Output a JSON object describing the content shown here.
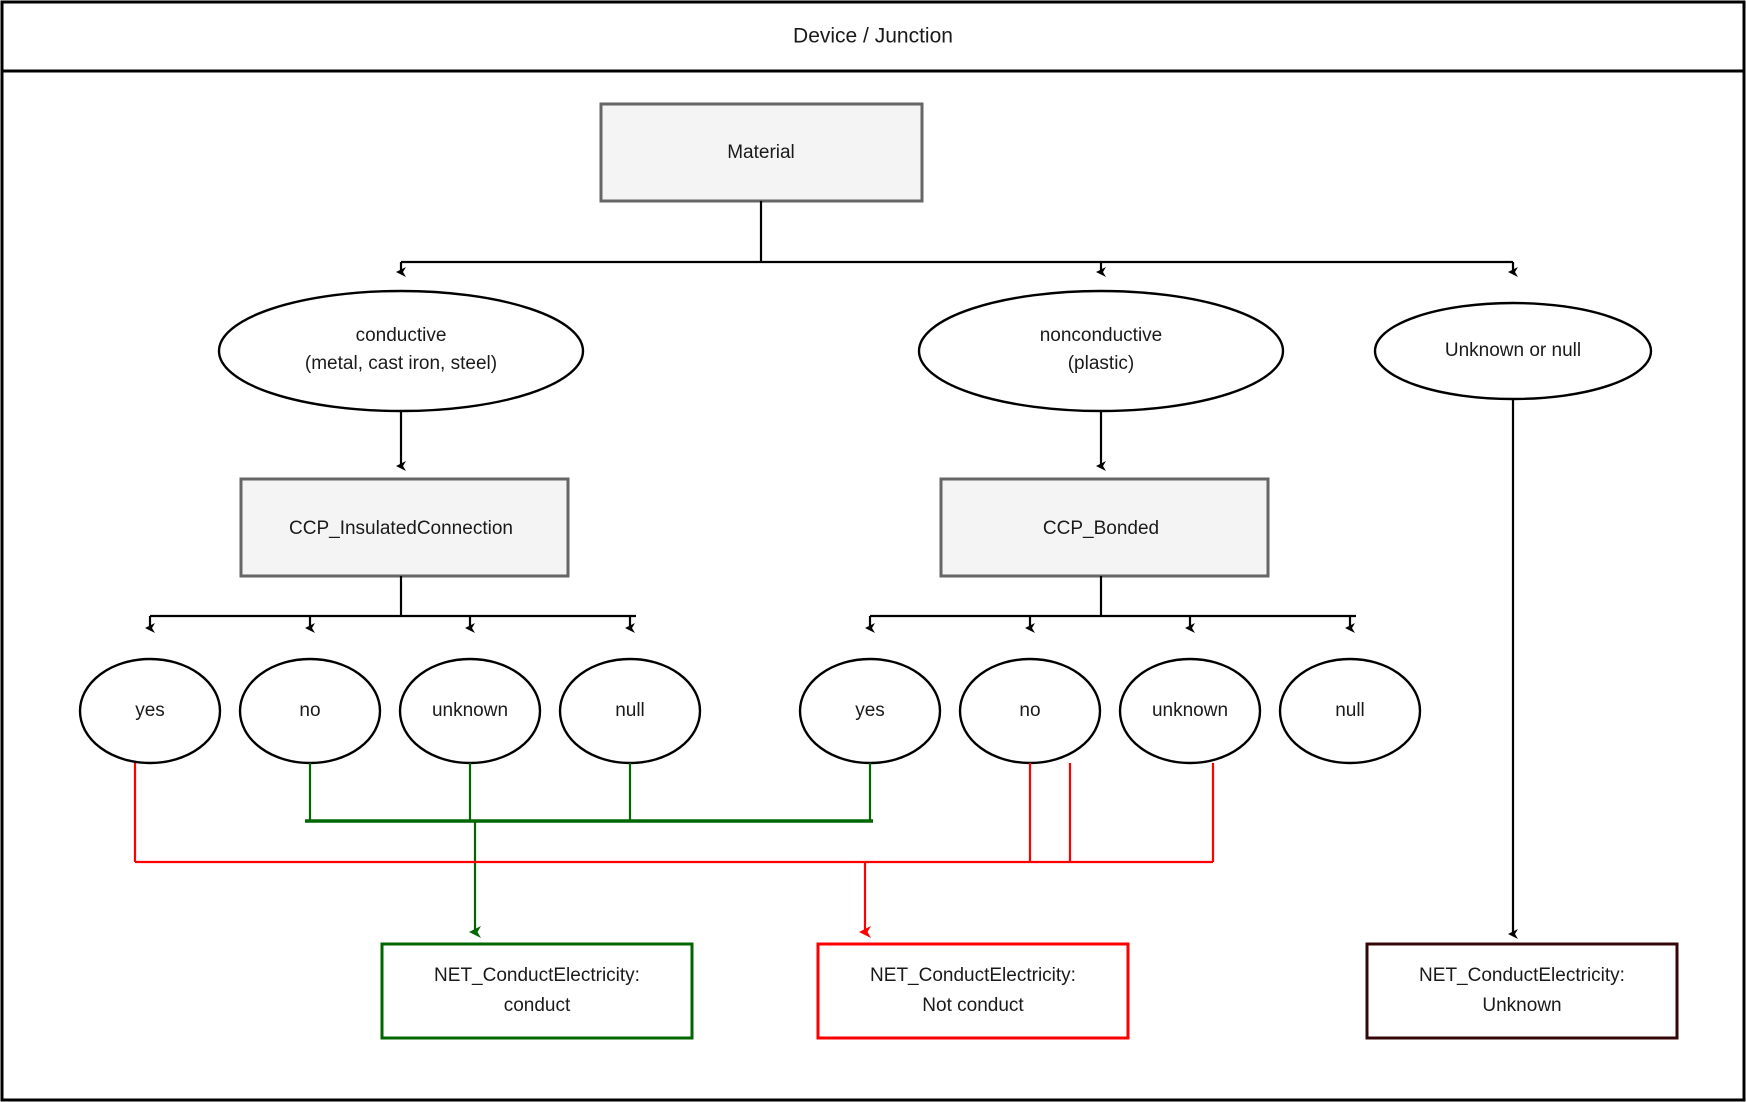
{
  "diagram": {
    "title": "Device / Junction",
    "colors": {
      "conduct": "#006600",
      "not_conduct": "#ff0000",
      "unknown": "#330707",
      "node_fill": "#f4f4f4",
      "node_stroke": "#666666",
      "line": "#000000"
    },
    "root": {
      "label": "Material",
      "shape": "process"
    },
    "material_branches": [
      {
        "id": "conductive",
        "shape": "ellipse",
        "line1": "conductive",
        "line2": "(metal, cast iron, steel)"
      },
      {
        "id": "nonconductive",
        "shape": "ellipse",
        "line1": "nonconductive",
        "line2": "(plastic)"
      },
      {
        "id": "unknown-null",
        "shape": "ellipse",
        "line1": "Unknown or null",
        "line2": ""
      }
    ],
    "attributes": [
      {
        "id": "ccp-insulated",
        "label": "CCP_InsulatedConnection",
        "shape": "process"
      },
      {
        "id": "ccp-bonded",
        "label": "CCP_Bonded",
        "shape": "process"
      }
    ],
    "insulated_values": [
      {
        "label": "yes",
        "outcome": "not_conduct"
      },
      {
        "label": "no",
        "outcome": "conduct"
      },
      {
        "label": "unknown",
        "outcome": "conduct"
      },
      {
        "label": "null",
        "outcome": "conduct"
      }
    ],
    "bonded_values": [
      {
        "label": "yes",
        "outcome": "conduct"
      },
      {
        "label": "no",
        "outcome": "not_conduct"
      },
      {
        "label": "unknown",
        "outcome": "not_conduct"
      },
      {
        "label": "null",
        "outcome": "not_conduct"
      }
    ],
    "results": [
      {
        "id": "result-conduct",
        "line1": "NET_ConductElectricity:",
        "line2": "conduct",
        "style": "green"
      },
      {
        "id": "result-not-conduct",
        "line1": "NET_ConductElectricity:",
        "line2": "Not conduct",
        "style": "red"
      },
      {
        "id": "result-unknown",
        "line1": "NET_ConductElectricity:",
        "line2": "Unknown",
        "style": "dark"
      }
    ]
  }
}
